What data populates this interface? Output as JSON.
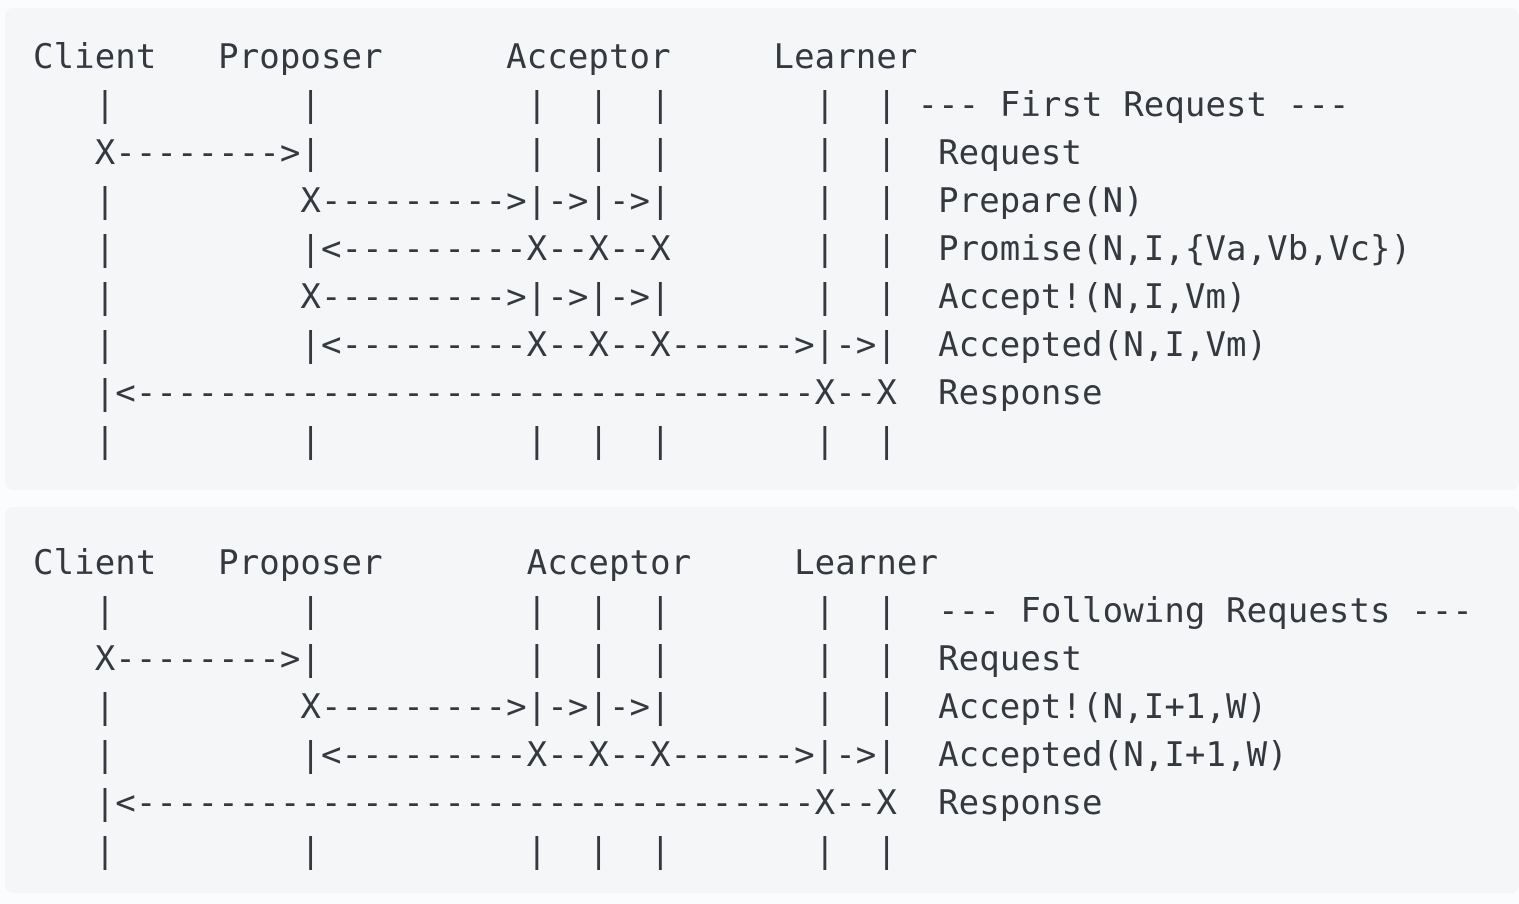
{
  "page": {
    "background_color": "#fbfcfd",
    "panel_background_color": "#f4f6f8",
    "text_color": "#35393f"
  },
  "blocks": [
    {
      "id": "first-request",
      "section_title": "--- First Request ---",
      "actors": [
        "Client",
        "Proposer",
        "Acceptor",
        "Learner"
      ],
      "messages": [
        "Request",
        "Prepare(N)",
        "Promise(N,I,{Va,Vb,Vc})",
        "Accept!(N,I,Vm)",
        "Accepted(N,I,Vm)",
        "Response"
      ],
      "ascii": [
        "Client   Proposer      Acceptor     Learner",
        "   |         |          |  |  |       |  | --- First Request ---",
        "   X-------->|          |  |  |       |  |  Request",
        "   |         X--------->|->|->|       |  |  Prepare(N)",
        "   |         |<---------X--X--X       |  |  Promise(N,I,{Va,Vb,Vc})",
        "   |         X--------->|->|->|       |  |  Accept!(N,I,Vm)",
        "   |         |<---------X--X--X------>|->|  Accepted(N,I,Vm)",
        "   |<---------------------------------X--X  Response",
        "   |         |          |  |  |       |  |"
      ]
    },
    {
      "id": "following-requests",
      "section_title": "--- Following Requests ---",
      "actors": [
        "Client",
        "Proposer",
        "Acceptor",
        "Learner"
      ],
      "messages": [
        "Request",
        "Accept!(N,I+1,W)",
        "Accepted(N,I+1,W)",
        "Response"
      ],
      "ascii": [
        "Client   Proposer       Acceptor     Learner",
        "   |         |          |  |  |       |  |  --- Following Requests ---",
        "   X-------->|          |  |  |       |  |  Request",
        "   |         X--------->|->|->|       |  |  Accept!(N,I+1,W)",
        "   |         |<---------X--X--X------>|->|  Accepted(N,I+1,W)",
        "   |<---------------------------------X--X  Response",
        "   |         |          |  |  |       |  |"
      ]
    }
  ]
}
